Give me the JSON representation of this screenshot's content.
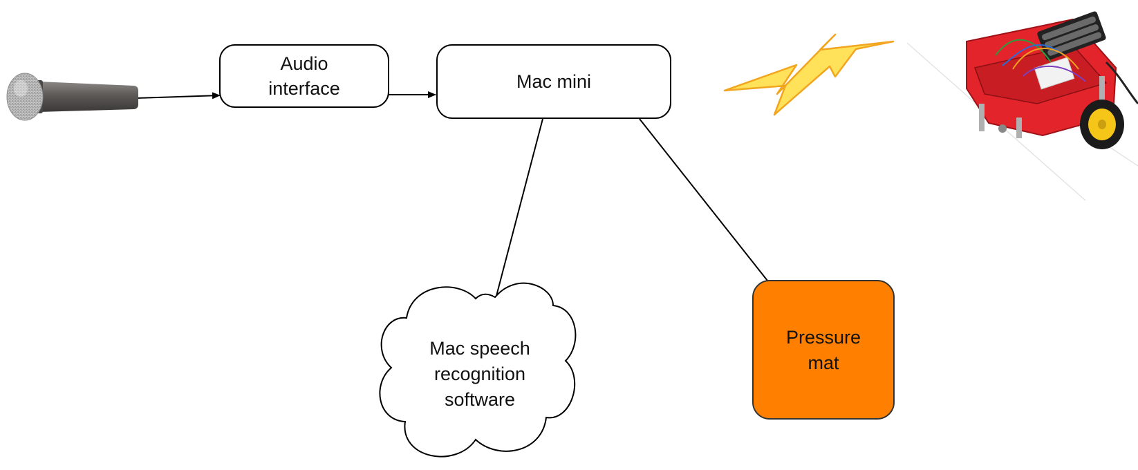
{
  "nodes": {
    "audio_interface": {
      "line1": "Audio",
      "line2": "interface"
    },
    "mac_mini": {
      "label": "Mac mini"
    },
    "speech_software": {
      "line1": "Mac speech",
      "line2": "recognition",
      "line3": "software"
    },
    "pressure_mat": {
      "line1": "Pressure",
      "line2": "mat",
      "fill": "#FF8000"
    }
  },
  "icons": {
    "microphone": "microphone-icon",
    "wireless": "lightning-bolt-icon",
    "robot": "robot-car-icon"
  },
  "colors": {
    "bolt_fill": "#FFE25A",
    "bolt_stroke": "#F2A51F",
    "robot_chassis": "#E3242B",
    "robot_wheel": "#F5C518"
  }
}
